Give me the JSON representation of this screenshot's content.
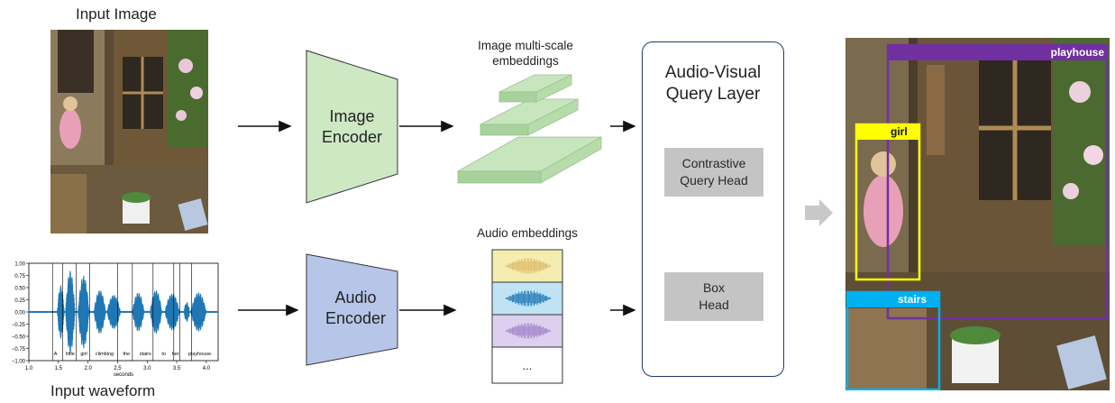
{
  "labels": {
    "input_image": "Input Image",
    "input_waveform": "Input waveform",
    "multi_scale_title": "Image multi-scale\nembeddings",
    "audio_embeddings_title": "Audio embeddings",
    "audio_embeddings_ellipsis": "..."
  },
  "encoders": {
    "image": {
      "line1": "Image",
      "line2": "Encoder",
      "color": "#cfe8c4"
    },
    "audio": {
      "line1": "Audio",
      "line2": "Encoder",
      "color": "#b7c6e8"
    }
  },
  "query_layer": {
    "title": "Audio-Visual\nQuery Layer",
    "contrastive_head": "Contrastive\nQuery Head",
    "box_head": "Box\nHead"
  },
  "waveform": {
    "yticks": [
      "1.00",
      "0.75",
      "0.50",
      "0.25",
      "0.00",
      "−0.25",
      "−0.50",
      "−0.75",
      "−1.00"
    ],
    "xticks": [
      "1.0",
      "1.5",
      "2.0",
      "2.5",
      "3.0",
      "3.5",
      "4.0"
    ],
    "xlabel": "seconds",
    "words": [
      "A",
      "little",
      "girl",
      "climbing",
      "the",
      "stairs",
      "to",
      "her",
      "playhouse."
    ]
  },
  "detections": [
    {
      "label": "playhouse",
      "color": "#7030a0"
    },
    {
      "label": "girl",
      "color": "#ffff00"
    },
    {
      "label": "stairs",
      "color": "#00b0f0"
    }
  ],
  "audio_embedding_colors": [
    "#f5ecb0",
    "#bfe3f5",
    "#ddd0ee"
  ]
}
